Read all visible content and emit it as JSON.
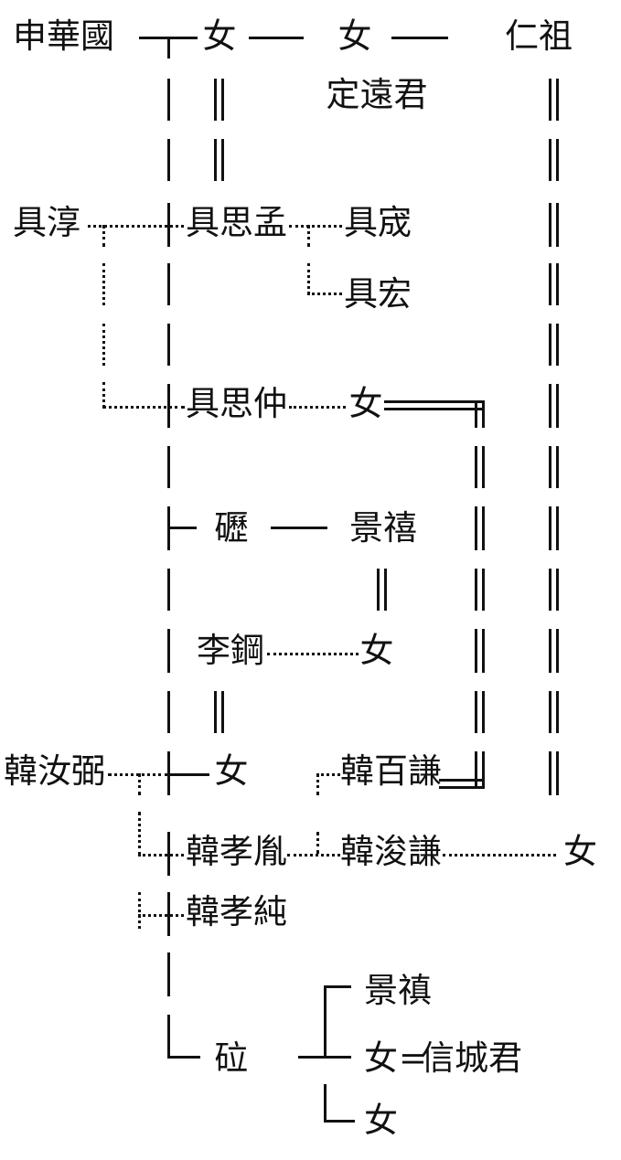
{
  "chart_data": {
    "type": "diagram",
    "title": "",
    "diagram_kind": "genealogy-family-tree",
    "script": "Traditional Chinese / Hanja",
    "line_styles": {
      "solid": "direct blood descent / sibling link",
      "dotted": "adoptive or indirect link",
      "double": "marriage link"
    },
    "persons": [
      {
        "id": "p1",
        "name": "申華國"
      },
      {
        "id": "p2",
        "name": "女"
      },
      {
        "id": "p3",
        "name": "女"
      },
      {
        "id": "p4",
        "name": "仁祖"
      },
      {
        "id": "p5",
        "name": "定遠君"
      },
      {
        "id": "p6",
        "name": "具淳"
      },
      {
        "id": "p7",
        "name": "具思孟"
      },
      {
        "id": "p8",
        "name": "具宬"
      },
      {
        "id": "p9",
        "name": "具宏"
      },
      {
        "id": "p10",
        "name": "具思仲"
      },
      {
        "id": "p11",
        "name": "女"
      },
      {
        "id": "p12",
        "name": "礰"
      },
      {
        "id": "p13",
        "name": "景禧"
      },
      {
        "id": "p14",
        "name": "李鋼"
      },
      {
        "id": "p15",
        "name": "女"
      },
      {
        "id": "p16",
        "name": "韓汝弼"
      },
      {
        "id": "p17",
        "name": "女"
      },
      {
        "id": "p18",
        "name": "韓百謙"
      },
      {
        "id": "p19",
        "name": "韓孝胤"
      },
      {
        "id": "p20",
        "name": "韓浚謙"
      },
      {
        "id": "p21",
        "name": "女"
      },
      {
        "id": "p22",
        "name": "韓孝純"
      },
      {
        "id": "p23",
        "name": "景禛"
      },
      {
        "id": "p24",
        "name": "砬"
      },
      {
        "id": "p25",
        "name": "女"
      },
      {
        "id": "p26",
        "name": "信城君"
      },
      {
        "id": "p27",
        "name": "女"
      }
    ],
    "marriage_marker": "=",
    "rows": [
      {
        "row": 1,
        "labels": [
          "申華國",
          "女",
          "女",
          "仁祖"
        ]
      },
      {
        "row": 2,
        "labels": [
          "定遠君"
        ]
      },
      {
        "row": 3,
        "labels": [
          "具淳",
          "具思孟",
          "具宬"
        ]
      },
      {
        "row": 4,
        "labels": [
          "具宏"
        ]
      },
      {
        "row": 5,
        "labels": [
          "具思仲",
          "女"
        ]
      },
      {
        "row": 6,
        "labels": [
          "礰",
          "景禧"
        ]
      },
      {
        "row": 7,
        "labels": [
          "李鋼",
          "女"
        ]
      },
      {
        "row": 8,
        "labels": [
          "韓汝弼",
          "女",
          "韓百謙"
        ]
      },
      {
        "row": 9,
        "labels": [
          "韓孝胤",
          "韓浚謙",
          "女"
        ]
      },
      {
        "row": 10,
        "labels": [
          "韓孝純"
        ]
      },
      {
        "row": 11,
        "labels": [
          "景禛"
        ]
      },
      {
        "row": 12,
        "labels": [
          "砬",
          "女",
          "信城君"
        ]
      },
      {
        "row": 13,
        "labels": [
          "女"
        ]
      }
    ]
  },
  "nodes": {
    "shin_hwaguk": "申華國",
    "daughter_1": "女",
    "daughter_2": "女",
    "injo": "仁祖",
    "jeongwongun": "定遠君",
    "gu_sun": "具淳",
    "gu_samaeng": "具思孟",
    "gu_seong": "具宬",
    "gu_hong": "具宏",
    "gu_sajung": "具思仲",
    "daughter_3": "女",
    "ryeok": "礰",
    "gyeonghui": "景禧",
    "i_gang": "李鋼",
    "daughter_4": "女",
    "han_yeopil": "韓汝弼",
    "daughter_5": "女",
    "han_baekgyeom": "韓百謙",
    "han_hyoyun": "韓孝胤",
    "han_jungyeom": "韓浚謙",
    "daughter_6": "女",
    "han_hyosun": "韓孝純",
    "gyeongjin": "景禛",
    "rip": "砬",
    "daughter_7": "女",
    "sinseonggun": "信城君",
    "daughter_8": "女",
    "marriage_eq": "="
  },
  "colors": {
    "ink": "#111111",
    "background": "#ffffff"
  }
}
